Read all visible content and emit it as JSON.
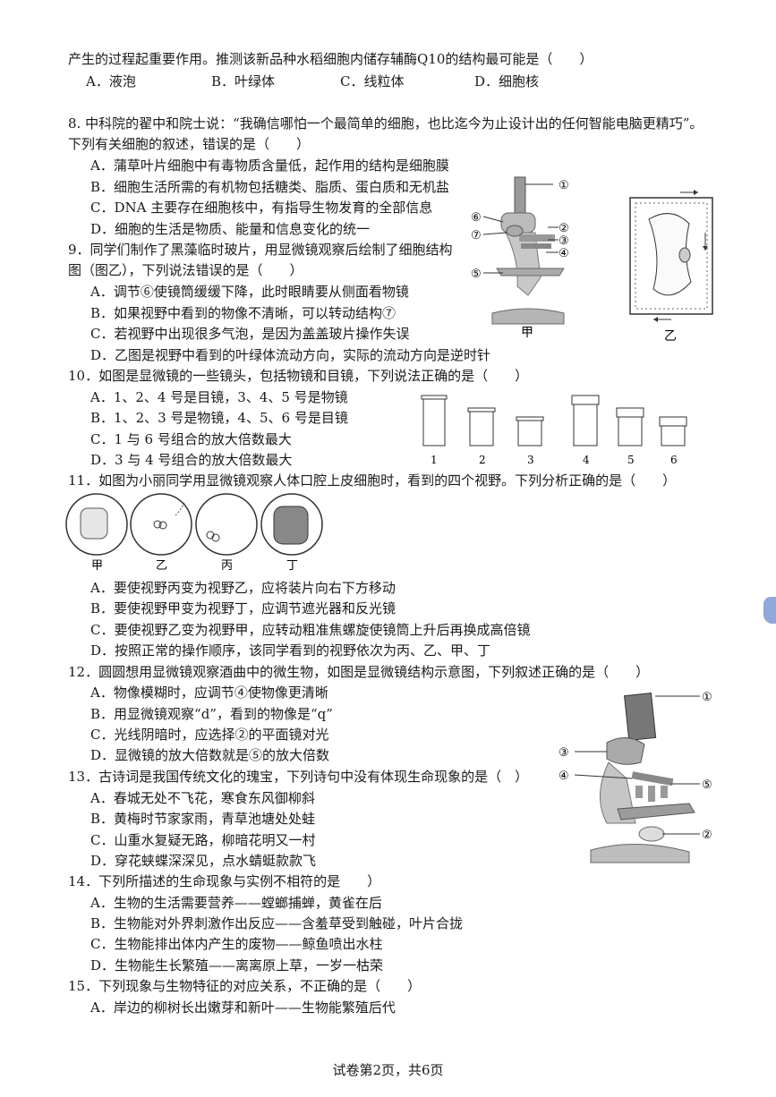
{
  "lines": {
    "l1": "产生的过程起重要作用。推测该新品种水稻细胞内储存辅酶Q10的结构最可能是（　　）",
    "q7opts": [
      "A．液泡",
      "B．叶绿体",
      "C．线粒体",
      "D．细胞核"
    ],
    "q8a": "8. 中科院的翟中和院士说：“我确信哪怕一个最简单的细胞，也比迄今为止设计出的任何智能电脑更精巧”。",
    "q8b": "下列有关细胞的叙述，错误的是（　　）",
    "q8A": "A．蒲草叶片细胞中有毒物质含量低，起作用的结构是细胞膜",
    "q8B": "B．细胞生活所需的有机物包括糖类、脂质、蛋白质和无机盐",
    "q8C": "C．DNA 主要存在细胞核中，有指导生物发育的全部信息",
    "q8D": "D．细胞的生活是物质、能量和信息变化的统一",
    "q9a": "9．同学们制作了黑藻临时玻片，用显微镜观察后绘制了细胞结构",
    "q9b": "图（图乙），下列说法错误的是（　　）",
    "q9A": "A．调节⑥使镜筒缓缓下降，此时眼睛要从侧面看物镜",
    "q9B": "B．如果视野中看到的物像不清晰，可以转动结构⑦",
    "q9C": "C．若视野中出现很多气泡，是因为盖盖玻片操作失误",
    "q9D": "D．乙图是视野中看到的叶绿体流动方向，实际的流动方向是逆时针",
    "q10": "10．如图是显微镜的一些镜头，包括物镜和目镜，下列说法正确的是（　　）",
    "q10A": "A．1、2、4 号是目镜，3、4、5 号是物镜",
    "q10B": "B．1、2、3 号是物镜，4、5、6 号是目镜",
    "q10C": "C．1 与 6 号组合的放大倍数最大",
    "q10D": "D．3 与 4 号组合的放大倍数最大",
    "q11": "11．如图为小丽同学用显微镜观察人体口腔上皮细胞时，看到的四个视野。下列分析正确的是（　　）",
    "q11A": "A．要使视野丙变为视野乙，应将装片向右下方移动",
    "q11B": "B．要使视野甲变为视野丁，应调节遮光器和反光镜",
    "q11C": "C．要使视野乙变为视野甲，应转动粗准焦螺旋使镜筒上升后再换成高倍镜",
    "q11D": "D．按照正常的操作顺序，该同学看到的视野依次为丙、乙、甲、丁",
    "q12": "12．圆圆想用显微镜观察酒曲中的微生物，如图是显微镜结构示意图，下列叙述正确的是（　　）",
    "q12A": "A．物像模糊时，应调节④使物像更清晰",
    "q12B": "B．用显微镜观察“d”，看到的物像是“q”",
    "q12C": "C．光线阴暗时，应选择②的平面镜对光",
    "q12D": "D．显微镜的放大倍数就是⑤的放大倍数",
    "q13": "13．古诗词是我国传统文化的瑰宝，下列诗句中没有体现生命现象的是（　）",
    "q13A": "A．春城无处不飞花，寒食东风御柳斜",
    "q13B": "B．黄梅时节家家雨，青草池塘处处蛙",
    "q13C": "C．山重水复疑无路，柳暗花明又一村",
    "q13D": "D．穿花蛱蝶深深见，点水蜻蜓款款飞",
    "q14": "14．下列所描述的生命现象与实例不相符的是　　）",
    "q14A": "A．生物的生活需要营养——螳螂捕蝉，黄雀在后",
    "q14B": "B．生物能对外界刺激作出反应——含羞草受到触碰，叶片合拢",
    "q14C": "C．生物能排出体内产生的废物——鲸鱼喷出水柱",
    "q14D": "D．生物能生长繁殖——离离原上草，一岁一枯荣",
    "q15": "15．下列现象与生物特征的对应关系，不正确的是（　　）",
    "q15A": "A．岸边的柳树长出嫩芽和新叶——生物能繁殖后代"
  },
  "figures": {
    "fig9_labels": [
      "①",
      "②",
      "③",
      "④",
      "⑤",
      "⑥",
      "⑦"
    ],
    "fig9_captions": [
      "甲",
      "乙"
    ],
    "lens_numbers": [
      "1",
      "2",
      "3",
      "4",
      "5",
      "6"
    ],
    "fields": [
      "甲",
      "乙",
      "丙",
      "丁"
    ],
    "fig12_labels": [
      "①",
      "②",
      "③",
      "④",
      "⑤"
    ]
  },
  "footer": "试卷第2页，共6页"
}
